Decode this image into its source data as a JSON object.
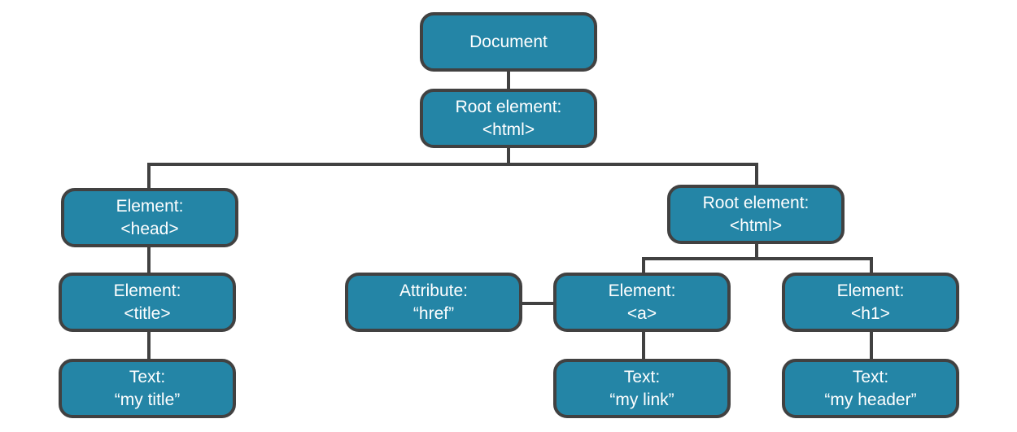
{
  "colors": {
    "node_fill": "#2485a6",
    "node_border": "#414141",
    "connector": "#414141",
    "text": "#ffffff"
  },
  "nodes": {
    "document": {
      "line1": "Document"
    },
    "root": {
      "line1": "Root element:",
      "line2": "<html>"
    },
    "head": {
      "line1": "Element:",
      "line2": "<head>"
    },
    "title": {
      "line1": "Element:",
      "line2": "<title>"
    },
    "text_title": {
      "line1": "Text:",
      "line2": "“my title”"
    },
    "root2": {
      "line1": "Root element:",
      "line2": "<html>"
    },
    "attribute": {
      "line1": "Attribute:",
      "line2": "“href”"
    },
    "a": {
      "line1": "Element:",
      "line2": "<a>"
    },
    "h1": {
      "line1": "Element:",
      "line2": "<h1>"
    },
    "text_link": {
      "line1": "Text:",
      "line2": "“my link”"
    },
    "text_header": {
      "line1": "Text:",
      "line2": "“my header”"
    }
  }
}
